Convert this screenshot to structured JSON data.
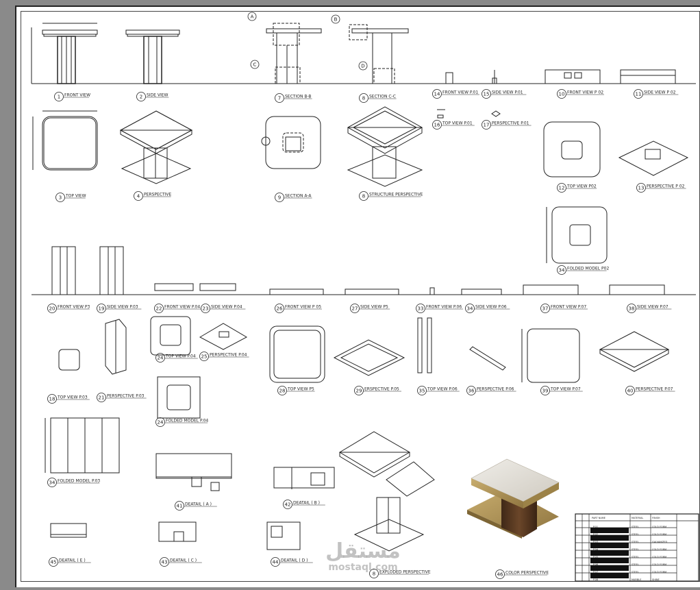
{
  "sheet": {
    "views": [
      {
        "id": "front-view",
        "num": "1",
        "label": "FRONT VIEW"
      },
      {
        "id": "side-view",
        "num": "2",
        "label": "SIDE VIEW"
      },
      {
        "id": "section-b-b",
        "num": "7",
        "label": "SECTION B-B"
      },
      {
        "id": "section-c-c",
        "num": "8",
        "label": "SECTION C-C"
      },
      {
        "id": "front-view-p01",
        "num": "14",
        "label": "FRONT VIEW P.01"
      },
      {
        "id": "side-view-p01",
        "num": "15",
        "label": "SIDE VIEW P.01"
      },
      {
        "id": "front-view-p02",
        "num": "10",
        "label": "FRONT VIEW P 02"
      },
      {
        "id": "side-view-p02",
        "num": "11",
        "label": "SIDE VIEW P 02"
      },
      {
        "id": "top-view-p01",
        "num": "16",
        "label": "TOP VIEW P.01"
      },
      {
        "id": "perspective-p01",
        "num": "17",
        "label": "PERSPECTIVE P.01"
      },
      {
        "id": "top-view",
        "num": "3",
        "label": "TOP VIEW"
      },
      {
        "id": "perspective",
        "num": "4",
        "label": "PERSPECTIVE"
      },
      {
        "id": "section-a-a",
        "num": "9",
        "label": "SECTION A-A"
      },
      {
        "id": "structure-perspective",
        "num": "8",
        "label": "STRUCTURE PERSPECTIVE"
      },
      {
        "id": "top-view-p02",
        "num": "12",
        "label": "TOP VIEW P02"
      },
      {
        "id": "perspective-p02",
        "num": "13",
        "label": "PERSPECTIVE P 02"
      },
      {
        "id": "folded-model-p02",
        "num": "34",
        "label": "FOLDED MODEL P02"
      },
      {
        "id": "front-view-p3",
        "num": "20",
        "label": "FRONT VIEW P3"
      },
      {
        "id": "side-view-p03",
        "num": "19",
        "label": "SIDE VIEW P.03"
      },
      {
        "id": "front-view-p04",
        "num": "22",
        "label": "FRONT VIEW P.04"
      },
      {
        "id": "side-view-p04",
        "num": "23",
        "label": "SIDE VIEW P.04"
      },
      {
        "id": "front-view-p05",
        "num": "26",
        "label": "FRONT VIEW P 05"
      },
      {
        "id": "side-view-p05",
        "num": "27",
        "label": "SIDE VIEW P5"
      },
      {
        "id": "front-view-p06",
        "num": "33",
        "label": "FRONT VIEW P.06"
      },
      {
        "id": "side-view-p06",
        "num": "34",
        "label": "SIDE VIEW P.06"
      },
      {
        "id": "front-view-p07",
        "num": "37",
        "label": "FRONT VIEW P.07"
      },
      {
        "id": "side-view-p07",
        "num": "38",
        "label": "SIDE VIEW P.07"
      },
      {
        "id": "top-view-p03",
        "num": "18",
        "label": "TOP VIEW P.03"
      },
      {
        "id": "perspective-p03",
        "num": "21",
        "label": "PERSPECTIVE P.03"
      },
      {
        "id": "top-view-p04",
        "num": "24",
        "label": "TOP VIEW P.04"
      },
      {
        "id": "perspective-p04",
        "num": "25",
        "label": "PERSPECTIVE P.04"
      },
      {
        "id": "top-view-p5",
        "num": "28",
        "label": "TOP VIEW P5"
      },
      {
        "id": "perspective-p05",
        "num": "29",
        "label": "ERSPECTIVE P.05"
      },
      {
        "id": "top-view-p06",
        "num": "35",
        "label": "TOP VIEW P.06"
      },
      {
        "id": "perspective-p06",
        "num": "36",
        "label": "PERSPECTIVE P.06"
      },
      {
        "id": "top-view-p07",
        "num": "39",
        "label": "TOP VIEW P.07"
      },
      {
        "id": "perspective-p07",
        "num": "40",
        "label": "PERSPECTIVE P.07"
      },
      {
        "id": "folded-model-p04",
        "num": "24",
        "label": "FOLDED MODEL P.04"
      },
      {
        "id": "folded-model-p03",
        "num": "34",
        "label": "FOLDED MODEL P.03"
      },
      {
        "id": "deatail-a",
        "num": "41",
        "label": "DEATAIL ( A )"
      },
      {
        "id": "deatail-b",
        "num": "42",
        "label": "DEATAIL ( B )"
      },
      {
        "id": "deatail-e",
        "num": "45",
        "label": "DEATAIL ( E )"
      },
      {
        "id": "deatail-c",
        "num": "43",
        "label": "DEATAIL ( C )"
      },
      {
        "id": "deatail-d",
        "num": "44",
        "label": "DEATAIL ( D )"
      },
      {
        "id": "exploded-perspective",
        "num": "8",
        "label": "EXPLODED PERSPECTIVE"
      },
      {
        "id": "color-perspective",
        "num": "46",
        "label": "COLOR PERSPECTIVE"
      }
    ],
    "callouts": [
      "A",
      "B",
      "C",
      "D"
    ],
    "title_block": {
      "headers": [
        "PART NAME",
        "MATERIAL",
        "FINISH"
      ],
      "rows": [
        [
          "P.01",
          "STEEL",
          "COLD FORM"
        ],
        [
          "P.02",
          "STEEL",
          "COLD FORM"
        ],
        [
          "P.03",
          "STEEL",
          "GALVANIZED"
        ],
        [
          "P.04",
          "STEEL",
          "COLD FORM"
        ],
        [
          "P.05",
          "STEEL",
          "COLD FORM"
        ],
        [
          "P.06",
          "STEEL",
          "COLD FORM"
        ],
        [
          "P.07",
          "STEEL",
          "COLD FORM"
        ],
        [
          "P.08",
          "MARBLE",
          "SHINE"
        ]
      ]
    },
    "colors": {
      "marble": "#dcd8cf",
      "gold": "#b59a5c",
      "wood": "#5a3a22"
    }
  },
  "watermark": {
    "arabic": "مستقل",
    "latin": "mostaql.com"
  }
}
